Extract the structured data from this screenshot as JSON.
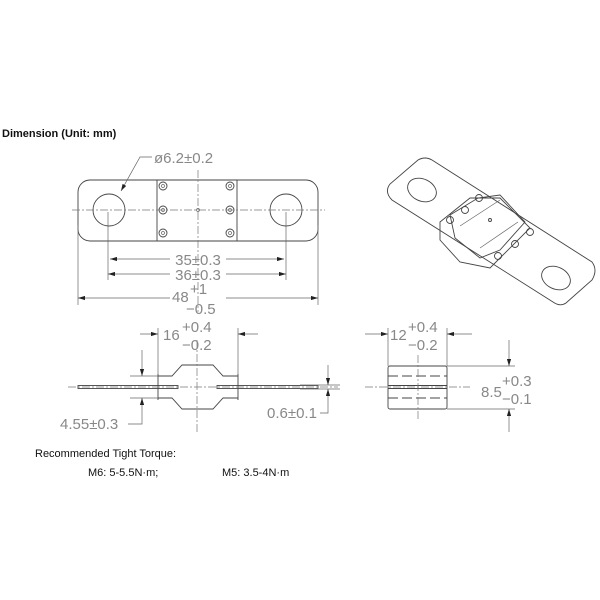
{
  "heading": "Dimension (Unit: mm)",
  "top_view": {
    "hole_diameter": "ø6.2±0.2",
    "hole_spacing_inner": "35±0.3",
    "hole_spacing_outer": "36±0.3",
    "length_nominal": "48",
    "length_tol_plus": "+1",
    "length_tol_minus": "−0.5"
  },
  "side_view": {
    "width_nominal": "16",
    "width_tol_plus": "+0.4",
    "width_tol_minus": "−0.2",
    "height": "4.55±0.3",
    "thickness": "0.6±0.1"
  },
  "end_view": {
    "width_nominal": "12",
    "width_tol_plus": "+0.4",
    "width_tol_minus": "−0.2",
    "height_nominal": "8.5",
    "height_tol_plus": "+0.3",
    "height_tol_minus": "−0.1"
  },
  "torque": {
    "title": "Recommended Tight Torque:",
    "m6": "M6:  5-5.5N·m;",
    "m5": "M5:  3.5-4N·m"
  }
}
